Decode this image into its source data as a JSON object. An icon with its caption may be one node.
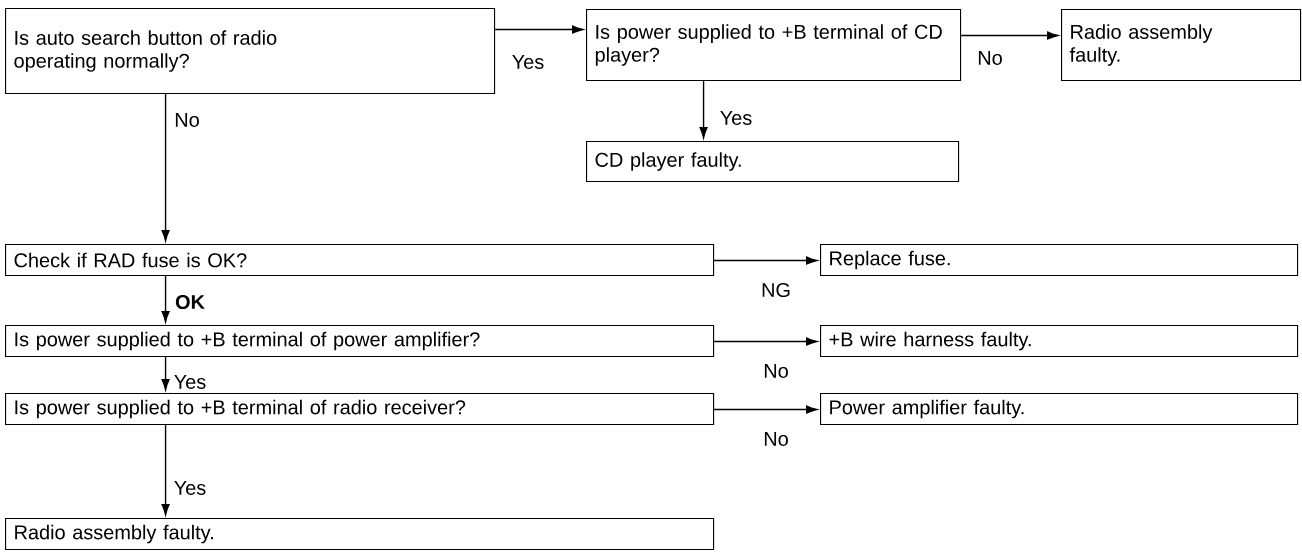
{
  "diagram": {
    "nodes": [
      {
        "text": [
          "Is auto search button of radio operating normally?"
        ]
      },
      {
        "text": [
          "Is power supplied to +B terminal of CD player?"
        ]
      },
      {
        "text": [
          "Radio assembly faulty."
        ]
      },
      {
        "text": [
          "CD player faulty."
        ]
      },
      {
        "text": [
          "Check if RAD fuse is OK?"
        ]
      },
      {
        "text": [
          "Replace fuse."
        ]
      },
      {
        "text": [
          "Is power supplied to +B terminal of power amplifier?"
        ]
      },
      {
        "text": [
          "+B wire harness faulty."
        ]
      },
      {
        "text": [
          "Is power supplied to +B terminal of radio receiver?"
        ]
      },
      {
        "text": [
          "Power amplifier faulty."
        ]
      },
      {
        "text": [
          "Radio assembly faulty."
        ]
      }
    ],
    "edges": [
      {
        "from": 0,
        "to": 1,
        "arrow": "to",
        "label": "Yes"
      },
      {
        "from": 1,
        "to": 2,
        "arrow": "to",
        "label": "No"
      },
      {
        "from": 1,
        "to": 3,
        "arrow": "to",
        "label": "Yes"
      },
      {
        "from": 0,
        "to": 4,
        "arrow": "to",
        "label": "No"
      },
      {
        "from": 4,
        "to": 5,
        "arrow": "to",
        "label": "NG"
      },
      {
        "from": 4,
        "to": 6,
        "arrow": "to",
        "label": "**OK**"
      },
      {
        "from": 6,
        "to": 7,
        "arrow": "to",
        "label": "No"
      },
      {
        "from": 6,
        "to": 8,
        "arrow": "to",
        "label": "Yes"
      },
      {
        "from": 8,
        "to": 9,
        "arrow": "to",
        "label": "No"
      },
      {
        "from": 8,
        "to": 10,
        "arrow": "to",
        "label": "Yes"
      }
    ]
  }
}
